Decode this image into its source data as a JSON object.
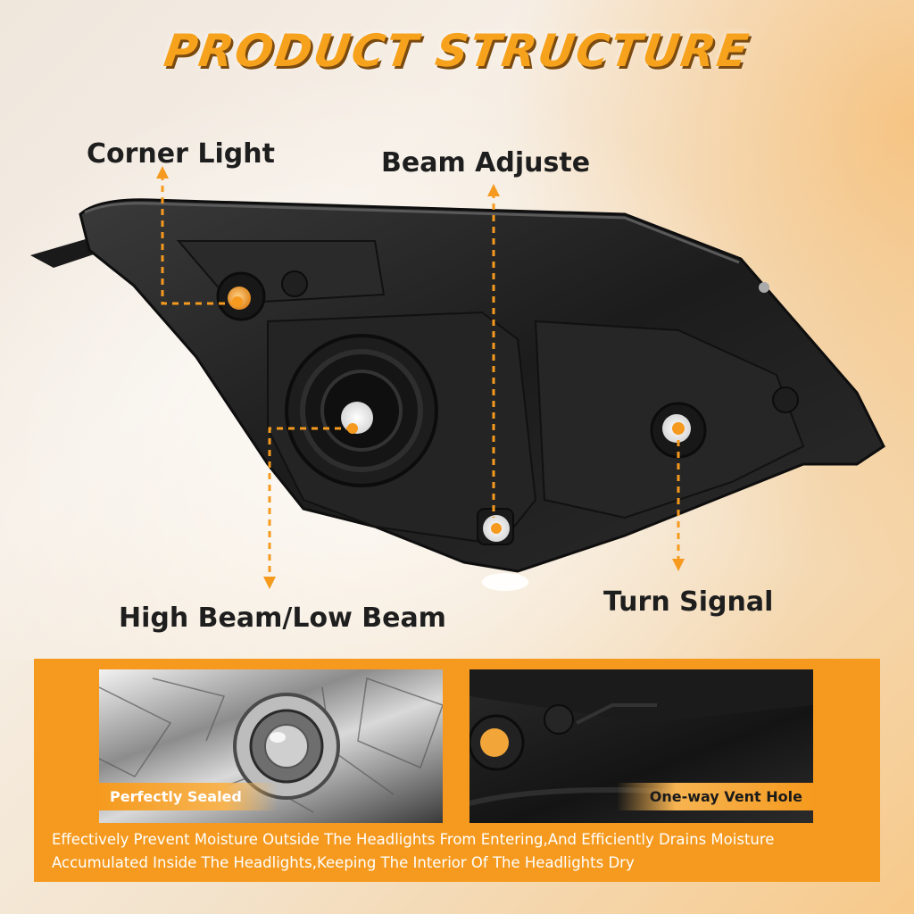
{
  "title": "PRODUCT STRUCTURE",
  "callouts": {
    "corner_light": "Corner Light",
    "beam_adjuste": "Beam Adjuste",
    "high_low_beam": "High Beam/Low Beam",
    "turn_signal": "Turn Signal"
  },
  "features": {
    "left_tag": "Perfectly Sealed",
    "right_tag": "One-way Vent Hole",
    "description": "Effectively Prevent Moisture Outside The Headlights From Entering,And Efficiently Drains Moisture Accumulated Inside The Headlights,Keeping The Interior Of The Headlights Dry"
  },
  "colors": {
    "accent": "#f59a1e",
    "title": "#f7a21c",
    "housing": "#1f1f1f"
  }
}
